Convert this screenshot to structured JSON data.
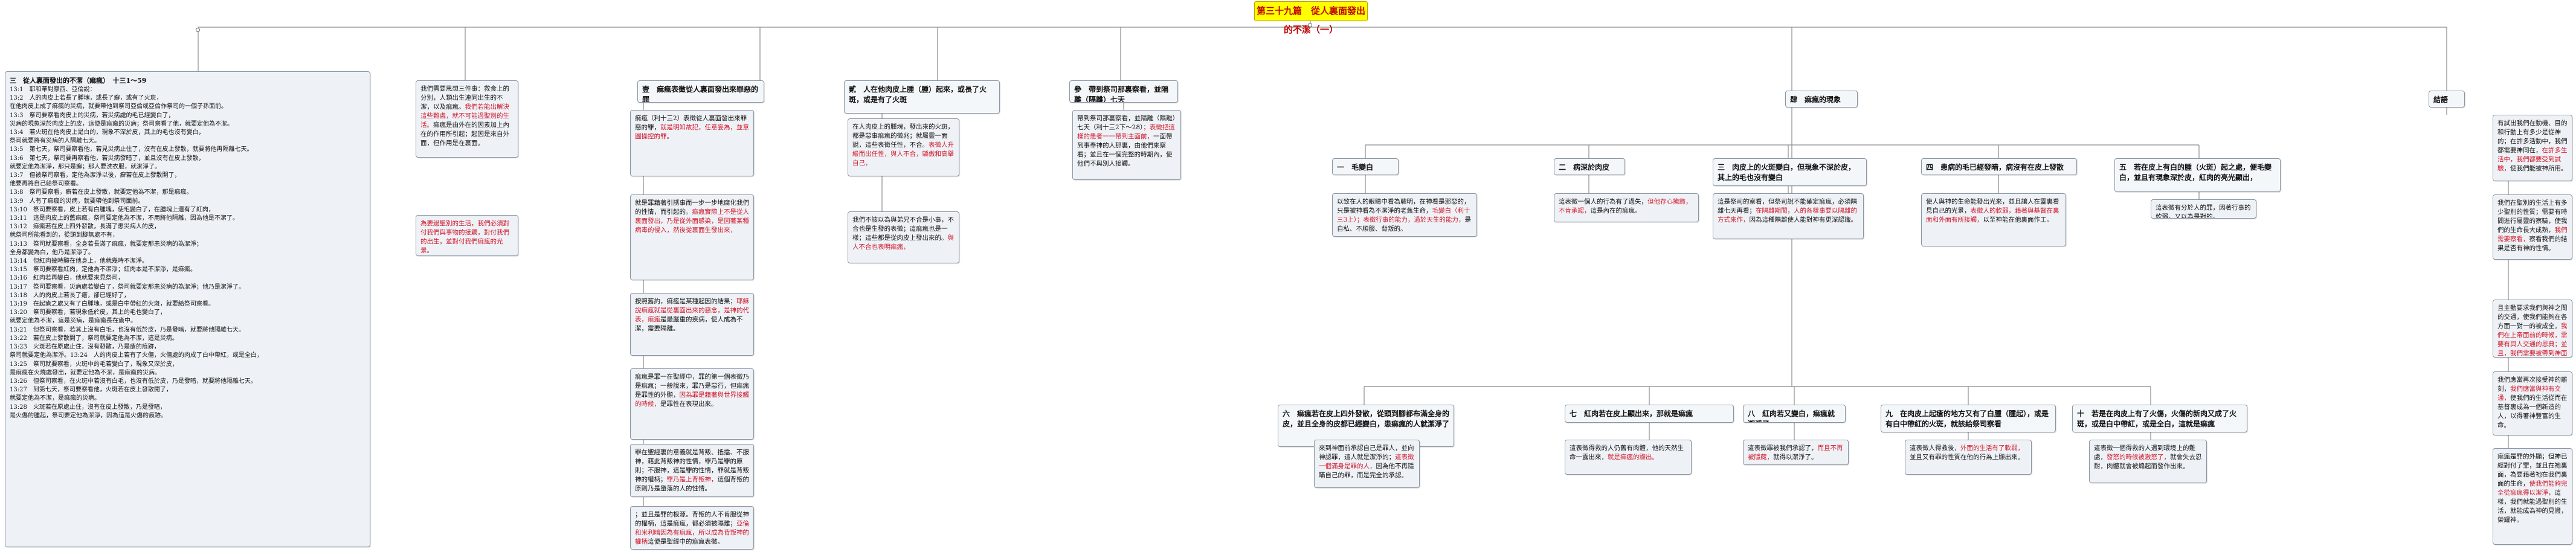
{
  "title": "第三十九篇　從人裏面發出的不潔（一）",
  "outline": {
    "heading": "三　從人裏面發出的不潔（痲瘋）　十三1～59",
    "lines": [
      "13:1　耶和華對摩西、亞倫說：",
      "13:2　人的肉皮上若長了腫塊，或長了癬，或有了火斑，",
      "在他肉皮上成了痲瘋的災病，就要帶他到祭司亞倫或亞倫作祭司的一個子孫面前。",
      "13:3　祭司要察看肉皮上的災病，若災病處的毛已經變白了，",
      "災病的現象深於肉皮上的皮，這便是痲瘋的災病；祭司察看了他，就要定他為不潔。",
      "13:4　若火斑在他肉皮上是白的，現象不深於皮，其上的毛也沒有變白，",
      "祭司就要將有災病的人隔離七天。",
      "13:5　第七天，祭司要察看他，若見災病止住了，沒有在皮上發散，就要將他再隔離七天。",
      "13:6　第七天，祭司要再察看他，若災病發暗了，並且沒有在皮上發散，",
      "就要定他為潔淨，那只是癬；那人要洗衣服，就潔淨了。",
      "13:7　但被祭司察看，定他為潔淨以後，癬若在皮上發散開了，",
      "他要再將自己給祭司察看。",
      "13:8　祭司要察看，癬若在皮上發散，就要定他為不潔，那是痲瘋。",
      "13:9　人有了痲瘋的災病，就要帶他到祭司面前。",
      "13:10　祭司要察看，皮上若有白腫塊，使毛變白了，在腫塊上還有了紅肉，",
      "13:11　這是肉皮上的舊痲瘋，祭司要定他為不潔，不用將他隔離，因為他是不潔了。",
      "13:12　痲瘋若在皮上四外發散，長滿了患災病人的皮，",
      "就祭司所能看到的，從頭到腳無處不有，",
      "13:13　祭司就要察看，全身若長滿了痲瘋，就要定那患災病的為潔淨；",
      "全身都變為白，他乃是潔淨了。",
      "13:14　但紅肉幾時顯在他身上，他就幾時不潔淨。",
      "13:15　祭司要察看紅肉，定他為不潔淨；紅肉本是不潔淨，是痲瘋。",
      "13:16　紅肉若再變白，他就要來見祭司，",
      "13:17　祭司要察看，災病處若變白了，祭司就要定那患災病的為潔淨；他乃是潔淨了。",
      "13:18　人的肉皮上若長了瘡，卻已經好了，",
      "13:19　在起瘡之處又有了白腫塊，或是白中帶紅的火斑，就要給祭司察看。",
      "13:20　祭司要察看，若現象低於皮，其上的毛也變白了，",
      "就要定他為不潔，這是災病，是痲瘋長在瘡中。",
      "13:21　但祭司察看，若其上沒有白毛，也沒有低於皮，乃是發暗，就要將他隔離七天。",
      "13:22　若在皮上發散開了，祭司就要定他為不潔，這是災病。",
      "13:23　火斑若在原處止住，沒有發散，乃是瘡的痕跡，",
      "祭司就要定他為潔淨。13:24　人的肉皮上若有了火傷，火傷處的肉成了白中帶紅，或是全白，",
      "13:25　祭司就要察看，火斑中的毛若變白了，現象又深於皮，",
      "是痲瘋在火燒處發出，就要定他為不潔，是痲瘋的災病。",
      "13:26　但祭司察看，在火斑中若沒有白毛，也沒有低於皮，乃是發暗，就要將他隔離七天。",
      "13:27　到第七天，祭司要察看他，火斑若在皮上發散開了，",
      "就要定他為不潔，是痲瘋的災病。",
      "13:28　火斑若在原處止住，沒有在皮上發散，乃是發暗，",
      "是火傷的腫起，祭司要定他為潔淨，因為這是火傷的痕跡。"
    ]
  },
  "intro": {
    "text": "我們需要思想三件事：救食上的分別，人類出生連同出生的不潔，以及痲瘋。",
    "red": "我們若能出解決這些難處，就不可能過聖別的生活。",
    "text2": "痲瘋是由外在的因素加上內在的作用所引起；起因是來自外面，但作用是在裏面。",
    "note_red": "為要過聖別的生活，我們必須對付我們與事物的接觸，對付我們的出生，並對付我們痲瘋的光景。"
  },
  "sections": [
    {
      "head": "壹　痲瘋表徵從人裏面發出來罪惡的罪",
      "notes": [
        {
          "text": "痲瘋（利十三2）表徵從人裏面發出來罪惡的罪，",
          "red": "就是明知故犯，任意妄為，並意圖操控的罪。"
        },
        {
          "red": "痲瘋實際上不是從人裏面發出，乃是從外面感染，是因著某種病毒的侵入，然後從裏面生發出來，",
          "text": "就是罪藉著引誘事而一步一步地腐化我們的性情，而引起的。"
        },
        {
          "text": "按照舊約，痲瘋是某種起因的結果；",
          "red": "耶穌說痲瘋就是從裏面出來的惡念，是神的代表，痲瘋",
          "text2": "是最嚴重的疾病，使人成為不潔，需要隔離。"
        },
        {
          "text": "痲瘋是罪一在聖經中，罪的第一個表徵乃是痲瘋；一般說來，罪乃是惡行，但痲瘋是罪性的外顯，",
          "red": "因為罪是藉著與世界接觸的時候，",
          "text2": "是罪性在表現出來。"
        },
        {
          "red": "罪乃是上背叛神，",
          "text": "罪在聖經裏的意義就是背叛、抵擋、不服神，藉此背叛神的性情，罪乃是罪的原則；不服神，這是罪的性情，罪就是背叛神的權柄；",
          "text2": "這個背叛的原則乃是墮落的人的性情。"
        },
        {
          "red": "亞倫和米利暗因為有痲瘋，所以成為背叛神的權柄",
          "text": "；並且是罪的根源。背叛的人不肯服從神的權柄，這是痲瘋，都必須被隔離；",
          "text2": "這便是聖經中的痲瘋表徵。"
        }
      ]
    },
    {
      "head": "貳　人在他肉皮上腫（腫）起來，或長了火斑，或是有了火斑",
      "notes": [
        {
          "red": "表徵人升級而出任性，與人不合，驕傲和高舉自己，",
          "text": "在人肉皮上的腫塊，發出來的火斑，都是惡事痲瘋的徵兆；就屬靈一面說，這些表徵任性，不合。"
        },
        {
          "red": "與人不合也表明痲瘋，",
          "text": "我們不該以為與弟兄不合是小事，不合也是生發的表徵；這痲瘋也是一樣；這些都是從肉皮上發出來的。"
        }
      ]
    },
    {
      "head": "參　帶到祭司那裏察看，並隔離（隔離）七天",
      "notes": [
        {
          "text": "帶到祭司那裏察看，並隔離（隔離）七天（利十三2下～28）",
          "red": "；表徵把這樣的患者一一帶到主面前，",
          "text2": "一面帶到事奉神的人那裏，由他們來察看；並且在一個完整的時期內，使他們不與別人接觸。"
        }
      ]
    },
    {
      "head": "肆　痲瘋的現象",
      "notes": []
    },
    {
      "head": "結語",
      "notes": [
        {
          "red": "在許多生活中，我們都要受到試驗，",
          "text": "有試出我們在動機、目的和行動上有多少是從神的；在許多活動中，我們都需要神同在，",
          "text2": "使我們能被神所用。"
        },
        {
          "red": "我們需要察看，",
          "text": "我們在聖別的生活上有多少聖別的性質；需要有時間進行屬靈的察驗，使我們的生命長大成熟，",
          "text2": "察看我們的結果是否有神的性情。"
        },
        {
          "red": "我們在上帝面前的時候，需要有與人交通的恩典；並且，我們需要被帶到神面前，",
          "text": "且主動要求我們與神之間的交通，使我們能夠在各方面一對一的被成全。"
        },
        {
          "text": "我們應當再次接受神的雕刻，",
          "red": "我們應當與神有交通，",
          "text2": "使我們的生活從而在基督裏成為一個新造的人，以得著神豐富的生命。"
        },
        {
          "text": "痲瘋是罪的外顯；但神已經對付了罪，並且在祂裏面，為要藉著祂在我們裏面的生命，",
          "red": "使我們能夠完全從痲瘋得以潔淨，",
          "text2": "這樣，我們就能過聖別的生活，就能成為神的見證，榮耀神。"
        }
      ]
    }
  ],
  "phenomena": [
    {
      "head": "一　毛變白",
      "notes": [
        {
          "red": "毛變白（利十三3上）；表徵行事的能力，過於天生的能力，",
          "text": "以致在人的眼睛中看為聰明，在神看是邪惡的，只是被神看為不潔淨的老舊生命，",
          "text2": "是自私、不順服、背叛的。"
        }
      ]
    },
    {
      "head": "二　病深於肉皮",
      "notes": [
        {
          "text": "這表徵一個人的行為有了過失，",
          "red": "但他存心掩飾，不肯承認，",
          "text2": "這是內在的痲瘋。"
        }
      ]
    },
    {
      "head": "三　肉皮上的火斑變白，但現象不深於皮，其上的毛也沒有變白",
      "notes": [
        {
          "text": "這是祭司的察看，但祭司說不能確定痲瘋，必須隔離七天再看；",
          "red": "在隔離期間，人的各樣事要以隔離的方式來作，",
          "text2": "因為這種隔離使人能對神有更深認識。"
        }
      ]
    },
    {
      "head": "四　患病的毛已經發暗，病沒有在皮上發散",
      "notes": [
        {
          "red": "表徵人的軟弱，藉著與基督在裏面和外面有所接觸，",
          "text": "使人與神的生命能發出光來，並且讓人在靈裏看見自己的光景，",
          "text2": "以至神能在他裏面作工。"
        }
      ]
    },
    {
      "head": "五　若在皮上有白的腫（火斑）起之處，便毛變白，並且有現象深於皮，紅肉的亮光顯出，",
      "notes": [
        {
          "text": "這表徵有分於人的罪，因著行事的軟弱，又以為是對的。"
        }
      ]
    },
    {
      "head": "六　痲瘋若在皮上四外發散，從頭到腳都布滿全身的皮，並且全身的皮都已經變白，患痲瘋的人就潔淨了",
      "notes": [
        {
          "red": "這表徵一個滿身是罪的人，",
          "text": "來到神面前承認自己是罪人，並向神認罪，這人就是潔淨的；",
          "text2": "因為他不再隱瞞自己的罪，而是完全的承認。"
        }
      ]
    },
    {
      "head": "七　紅肉若在皮上顯出來，那就是痲瘋",
      "notes": [
        {
          "text": "這表徵得救的人仍舊有肉體，他的天然生命一露出來，",
          "red": "就是痲瘋的顯出。"
        }
      ]
    },
    {
      "head": "八　紅肉若又變白，痲瘋就潔淨了",
      "notes": [
        {
          "text": "這表徵罪被我們承認了，",
          "red": "而且不再被隱藏，",
          "text2": "就得以潔淨了。"
        }
      ]
    },
    {
      "head": "九　在肉皮上起瘡的地方又有了白腫（腫起），或是有白中帶紅的火斑，就該給祭司察看",
      "notes": [
        {
          "text": "這表徵人得救後，",
          "red": "外面的生活有了軟弱，",
          "text2": "並且又有罪的性質在他的行為上顯出來。"
        }
      ]
    },
    {
      "head": "十　若是在肉皮上有了火傷，火傷的新肉又成了火斑，或是白中帶紅，或是全白，這就是痲瘋",
      "notes": [
        {
          "text": "這表徵一個得救的人遇到環境上的難處，",
          "red": "發怒的時候被激怒了，",
          "text2": "就會失去忍耐，肉體就會被煽起而發作出來。"
        }
      ]
    }
  ]
}
